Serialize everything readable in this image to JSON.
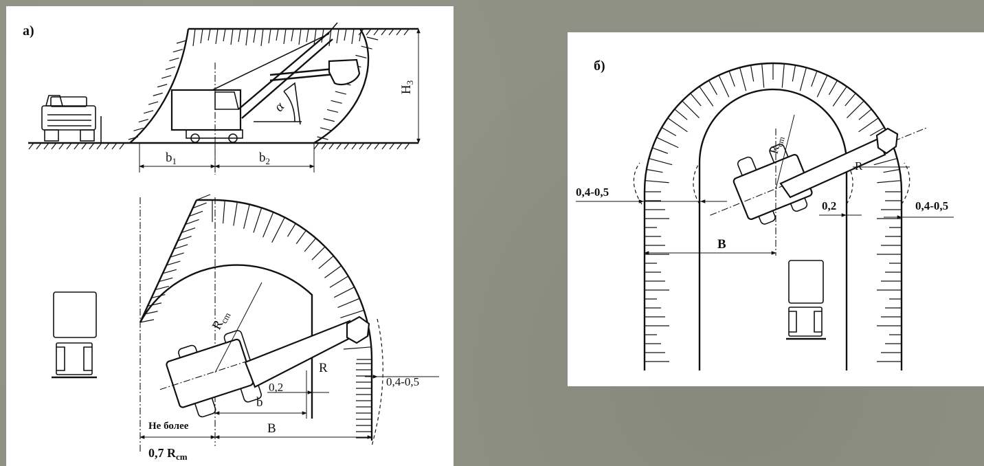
{
  "panel_a": {
    "tag": "а)",
    "labels": {
      "b1_main": "b",
      "b1_sub": "1",
      "b2_main": "b",
      "b2_sub": "2",
      "h3_main": "H",
      "h3_sub": "3",
      "alpha": "α",
      "rst_main": "R",
      "rst_sub": "cm",
      "r": "R",
      "d02": "0,2",
      "d0405": "0,4-0,5",
      "b_small": "b",
      "b_big": "B",
      "ne_bolee": "Не более",
      "r07_main": "0,7 R",
      "r07_sub": "cm"
    }
  },
  "panel_b": {
    "tag": "б)",
    "labels": {
      "rst_main": "R",
      "rst_sub": "cm",
      "r": "R",
      "d0405_left": "0,4-0,5",
      "d02": "0,2",
      "d0405_right": "0,4-0,5",
      "b_big": "B"
    }
  }
}
